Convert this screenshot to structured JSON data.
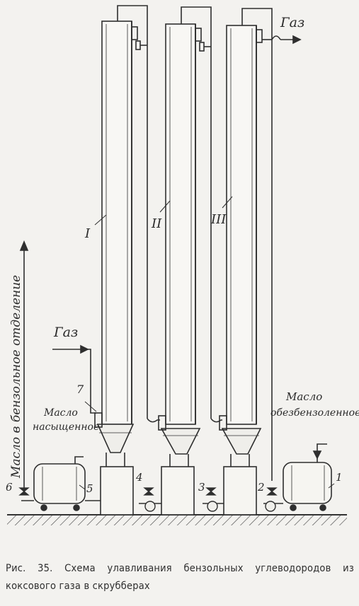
{
  "figure": {
    "labels": {
      "gas_in": "Газ",
      "gas_out": "Газ",
      "oil_saturated_1": "Масло",
      "oil_saturated_2": "насыщенное",
      "oil_stripped_1": "Масло",
      "oil_stripped_2": "обезбензоленное",
      "oil_to_department": "Масло в бензольное отделение"
    },
    "scrubbers": [
      {
        "numeral": "I"
      },
      {
        "numeral": "II"
      },
      {
        "numeral": "III"
      }
    ],
    "callouts": {
      "n1": "1",
      "n2": "2",
      "n3": "3",
      "n4": "4",
      "n5": "5",
      "n6": "6",
      "n7": "7"
    }
  },
  "caption": "Рис. 35. Схема улавливания бензольных углеводородов из коксового газа в скрубберах"
}
